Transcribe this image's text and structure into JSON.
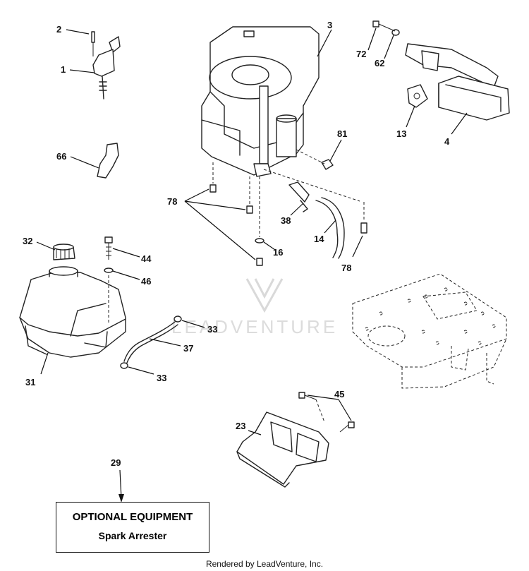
{
  "callouts": {
    "c1": "1",
    "c2": "2",
    "c3": "3",
    "c4": "4",
    "c13": "13",
    "c14": "14",
    "c16": "16",
    "c23": "23",
    "c29": "29",
    "c31": "31",
    "c32": "32",
    "c33a": "33",
    "c33b": "33",
    "c37": "37",
    "c38": "38",
    "c44": "44",
    "c45": "45",
    "c46": "46",
    "c62": "62",
    "c66": "66",
    "c72": "72",
    "c78a": "78",
    "c78b": "78",
    "c81": "81"
  },
  "optional_box": {
    "title": "OPTIONAL EQUIPMENT",
    "subtitle": "Spark Arrester"
  },
  "watermark": "LEADVENTURE",
  "footer": "Rendered by LeadVenture, Inc."
}
